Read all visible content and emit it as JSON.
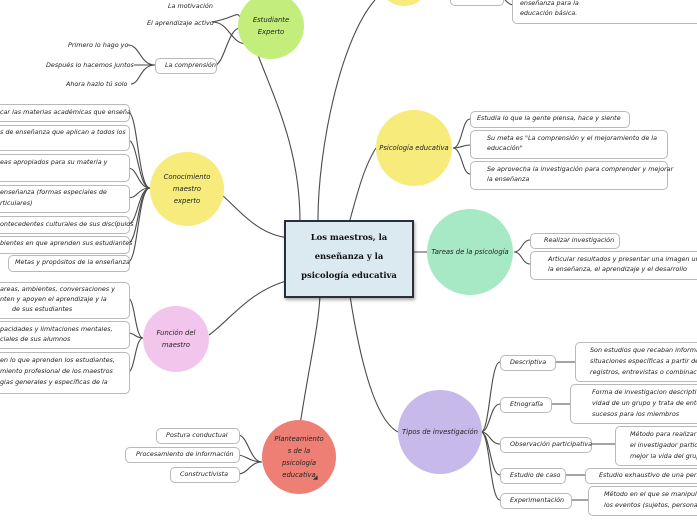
{
  "central": {
    "title": "Los maestros, la enseñanza y la psicología educativa"
  },
  "colors": {
    "estudiante": "#c3ee7c",
    "conocimiento": "#f7eb7c",
    "funcion": "#f2c6ec",
    "planteamiento": "#ee7f75",
    "psicologia": "#f7eb7c",
    "tareas": "#a7e8c5",
    "tipos": "#c7b9e9",
    "line": "#4a4a4a"
  },
  "estudiante": {
    "label": "Estudiante Experto",
    "items": [
      "La motivación",
      "El aprendizaje activo",
      "La comprensión"
    ],
    "comprension": [
      "Primero lo hago yo",
      "Después lo hacemos juntos",
      "Ahora hazlo tú solo"
    ]
  },
  "conocimiento": {
    "label": "Conocimiento maestro experto",
    "items": [
      "car las materias académicas que enseña",
      "s de enseñanza que aplican a todos los",
      "eas apropiados para su materia y",
      "enseñanza (formas especiales de",
      "rticulares)",
      "ontecedentes culturales de sus discípulos",
      "bientes en que aprenden sus estudiantes",
      "Metas y propósitos de la enseñanza"
    ]
  },
  "funcion": {
    "label": "Función del maestro",
    "items": [
      "areas, ambientes, conversaciones y",
      "nten y apoyen el aprendizaje y la",
      "de sus estudiantes",
      "pacidades y limitaciones mentales,",
      "ciales de sus alumnos",
      "en lo que aprenden los estudiantes,",
      "miento profesional de los maestros",
      "gias generales y específicas de la"
    ]
  },
  "planteamiento": {
    "label": "Planteamiento s de la psicología educativa",
    "items": [
      "Postura conductual",
      "Procesamiento de información",
      "Constructivista"
    ]
  },
  "top": {
    "items": [
      "enseñanza para la",
      "educación básica."
    ]
  },
  "psicologia": {
    "label": "Psicología educativa",
    "items": [
      "Estudia lo que la gente piensa, hace y siente",
      "Su meta es \"La comprensión y el mejoramiento de la",
      "educación\"",
      "Se aprovecha la investigación para comprender y mejorar",
      "la enseñanza"
    ]
  },
  "tareas": {
    "label": "Tareas de la psicología",
    "items": [
      "Realizar investigación",
      "Articular resultados y presentar una imagen unific",
      "la enseñanza, el aprendizaje y el desarrollo"
    ]
  },
  "tipos": {
    "label": "Tipos de investigación",
    "items": [
      "Descriptiva",
      "Etnografía",
      "Observación participativa",
      "Estudio de caso",
      "Experimentación"
    ],
    "details": [
      "Son estudios que recaban informació",
      "situaciones específicas a partir de ob",
      "registros, entrevistas o combinacione",
      "Forma de investigacion descriptiva",
      "vidad de un grupo y trata de entend",
      "sucesos para los miembros",
      "Método para realizar",
      "el investigador particip",
      "mejor la vida del grupo",
      "Estudio exhaustivo de una persona",
      "Método en el que se manipulan",
      "los eventos (sujetos, personas o"
    ]
  }
}
